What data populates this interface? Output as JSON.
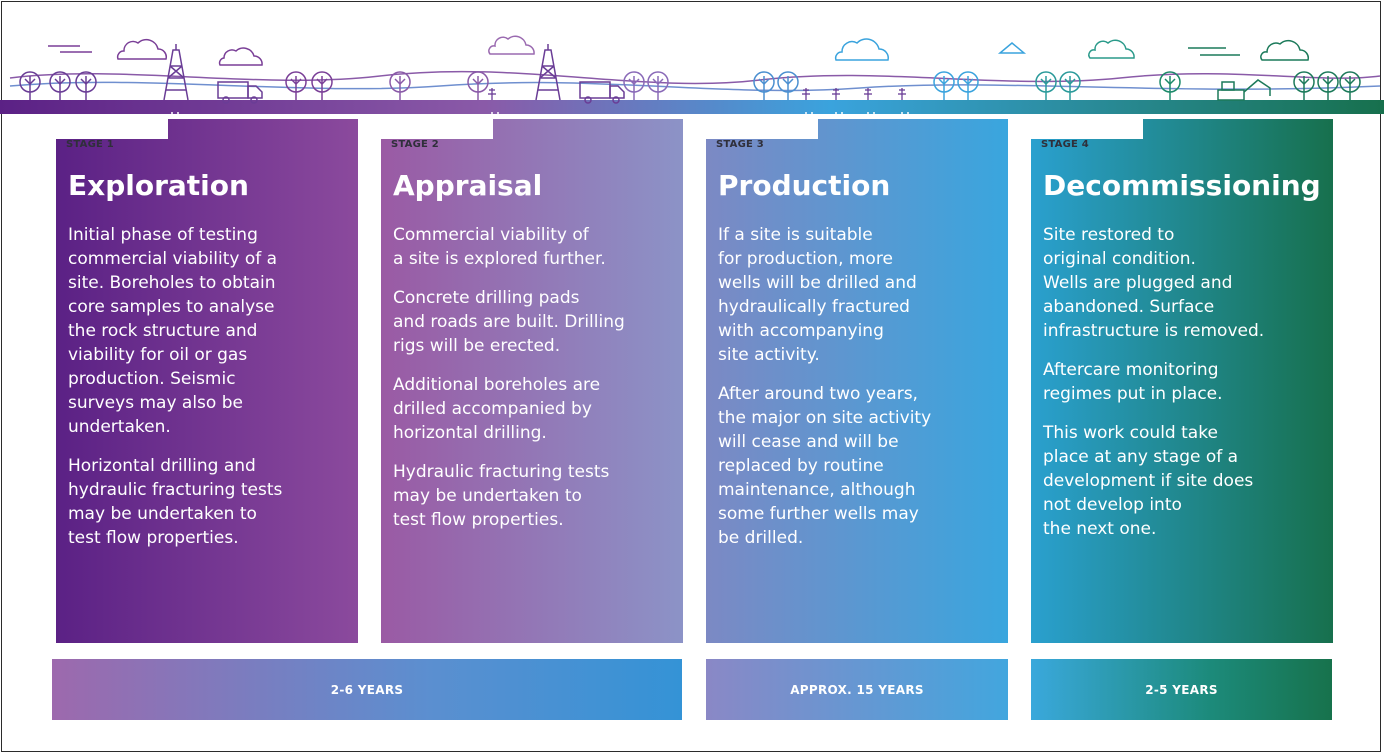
{
  "colors": {
    "stage1": "#5b2185",
    "stage2": "#8c93c7",
    "stage3": "#39a6de",
    "stage4": "#17704d",
    "ground_line": "#6a3d96"
  },
  "icons": [
    "tree-icon",
    "cloud-icon",
    "drilling-rig-icon",
    "truck-icon",
    "wellhead-icon",
    "excavator-icon"
  ],
  "stages": [
    {
      "label": "STAGE 1",
      "title": "Exploration",
      "paragraphs": [
        "Initial phase of testing\ncommercial viability of a\nsite. Boreholes to obtain\ncore samples to analyse\nthe rock structure and\nviability for oil or gas\nproduction. Seismic\nsurveys may also be\nundertaken.",
        "Horizontal drilling and\nhydraulic fracturing tests\nmay be undertaken to\ntest flow properties."
      ]
    },
    {
      "label": "STAGE 2",
      "title": "Appraisal",
      "paragraphs": [
        "Commercial viability of\na site is explored further.",
        "Concrete drilling pads\nand roads are built. Drilling\nrigs will be erected.",
        "Additional boreholes are\ndrilled accompanied by\nhorizontal drilling.",
        "Hydraulic fracturing tests\nmay be undertaken to\ntest flow properties."
      ]
    },
    {
      "label": "STAGE 3",
      "title": "Production",
      "paragraphs": [
        "If a site is suitable\nfor production, more\nwells will be drilled and\nhydraulically fractured\nwith accompanying\nsite activity.",
        "After around two years,\nthe major on site activity\nwill cease and will be\nreplaced by routine\nmaintenance, although\nsome further wells may\nbe drilled."
      ]
    },
    {
      "label": "STAGE 4",
      "title": "Decommissioning",
      "paragraphs": [
        "Site restored to\noriginal condition.\nWells are plugged and\nabandoned. Surface\ninfrastructure is removed.",
        "Aftercare monitoring\nregimes put in place.",
        "This work could take\nplace at any stage of a\ndevelopment if site does\nnot develop into\nthe next one."
      ]
    }
  ],
  "durations": [
    "2-6 YEARS",
    "APPROX. 15 YEARS",
    "2-5 YEARS"
  ]
}
